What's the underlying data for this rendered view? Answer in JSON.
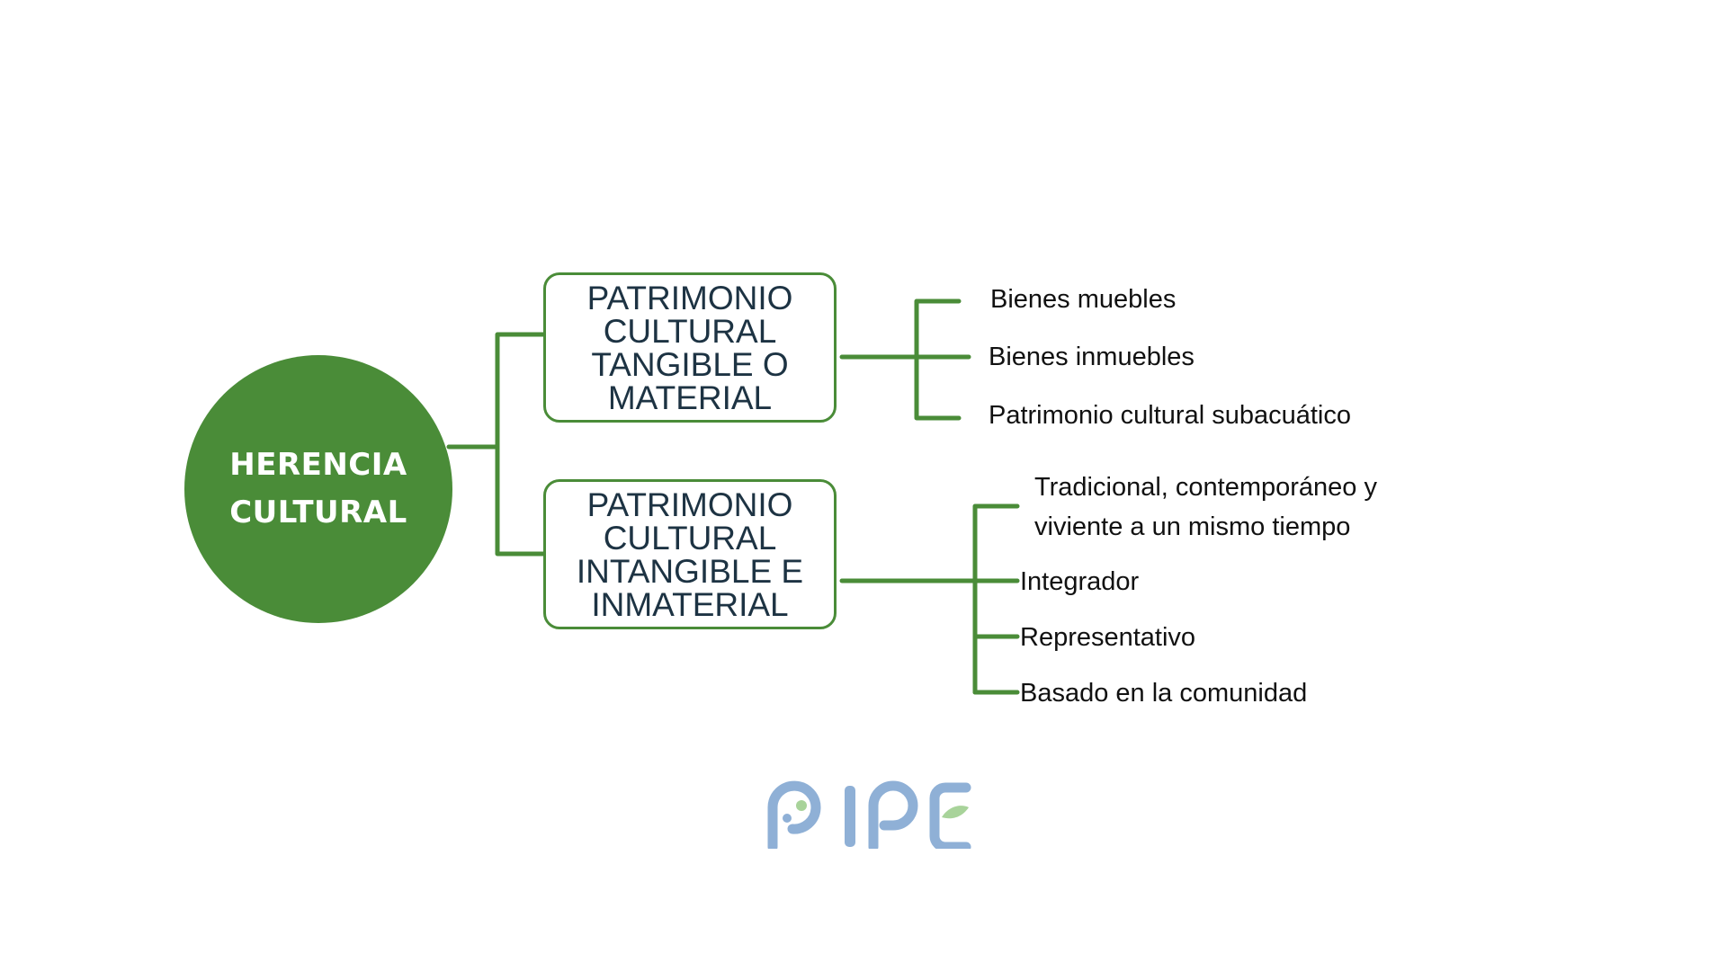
{
  "colors": {
    "accent_green": "#4a8c38",
    "box_text": "#1d3343",
    "leaf_text": "#111111",
    "logo_blue": "#8fb0d6",
    "logo_green": "#a8d39a"
  },
  "root": {
    "label": "HERENCIA\nCULTURAL"
  },
  "branches": [
    {
      "label": "PATRIMONIO\nCULTURAL\nTANGIBLE O\nMATERIAL",
      "items": [
        "Bienes muebles",
        "Bienes inmuebles",
        "Patrimonio cultural subacuático"
      ]
    },
    {
      "label": "PATRIMONIO\nCULTURAL\nINTANGIBLE E\nINMATERIAL",
      "items": [
        "Tradicional, contemporáneo y\nviviente a un mismo tiempo",
        "Integrador",
        "Representativo",
        "Basado en la comunidad"
      ]
    }
  ],
  "logo": {
    "text": "PIPE"
  }
}
